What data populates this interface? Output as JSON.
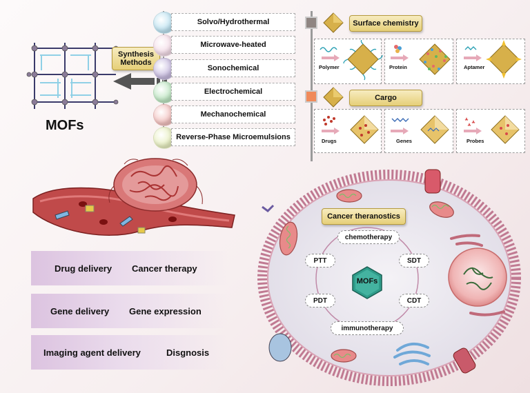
{
  "mofs_title": "MOFs",
  "synthesis": {
    "label": "Synthesis\nMethods",
    "methods": [
      {
        "name": "Solvo/Hydrothermal",
        "color": "#bfe3f1"
      },
      {
        "name": "Microwave-heated",
        "color": "#f4dde8"
      },
      {
        "name": "Sonochemical",
        "color": "#c9bde0"
      },
      {
        "name": "Electrochemical",
        "color": "#bfe6c3"
      },
      {
        "name": "Mechanochemical",
        "color": "#f3c3c1"
      },
      {
        "name": "Reverse-Phase Microemulsions",
        "color": "#e8efc2"
      }
    ]
  },
  "surface": {
    "title": "Surface chemistry",
    "items": [
      "Polymer",
      "Protein",
      "Aptamer"
    ]
  },
  "cargo": {
    "title": "Cargo",
    "items": [
      "Drugs",
      "Genes",
      "Probes"
    ]
  },
  "applications": [
    {
      "left": "Drug delivery",
      "right": "Cancer therapy"
    },
    {
      "left": "Gene delivery",
      "right": "Gene expression"
    },
    {
      "left": "Imaging agent delivery",
      "right": "Disgnosis"
    }
  ],
  "theranostics": {
    "title": "Cancer theranostics",
    "center": "MOFs",
    "therapies": {
      "top": "chemotherapy",
      "left_top": "PTT",
      "right_top": "SDT",
      "left_bottom": "PDT",
      "right_bottom": "CDT",
      "bottom": "immunotherapy"
    }
  }
}
